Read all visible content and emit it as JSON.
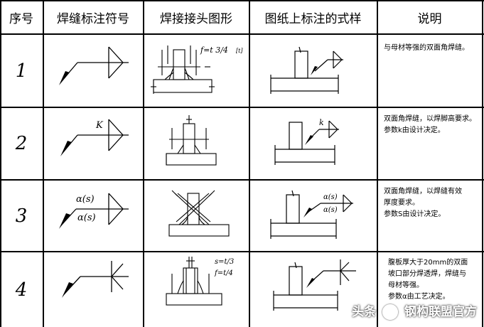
{
  "headers": {
    "seq": "序号",
    "symbol": "焊缝标注符号",
    "joint": "焊接接头图形",
    "drawing": "图纸上标注的式样",
    "note": "说明"
  },
  "rows": [
    {
      "seq": "1",
      "symbol_labels": [],
      "joint_labels": [
        "f=t 3/4",
        "[t]"
      ],
      "drawing_labels": [],
      "note_lines": [
        "与母材等强的双面角焊缝。"
      ]
    },
    {
      "seq": "2",
      "symbol_labels": [
        "K"
      ],
      "joint_labels": [],
      "drawing_labels": [
        "k"
      ],
      "note_lines": [
        "双面角焊缝，以焊脚高要求。",
        "参数k由设计决定。"
      ]
    },
    {
      "seq": "3",
      "symbol_labels": [
        "α(s)",
        "α(s)"
      ],
      "joint_labels": [],
      "drawing_labels": [
        "α(s)",
        "α(s)"
      ],
      "note_lines": [
        "双面角焊缝，以焊缝有效",
        "厚度要求。",
        "参数S由设计决定。"
      ]
    },
    {
      "seq": "4",
      "symbol_labels": [],
      "joint_labels": [
        "s=t/3",
        "f=t/4"
      ],
      "drawing_labels": [],
      "note_lines": [
        "腹板厚大于20mm的双面",
        "坡口部分焊透焊，焊缝与",
        "母材等强。",
        "参数α由工艺决定。"
      ]
    }
  ],
  "watermark": {
    "prefix": "头条",
    "name": "钢构联盟官方"
  }
}
